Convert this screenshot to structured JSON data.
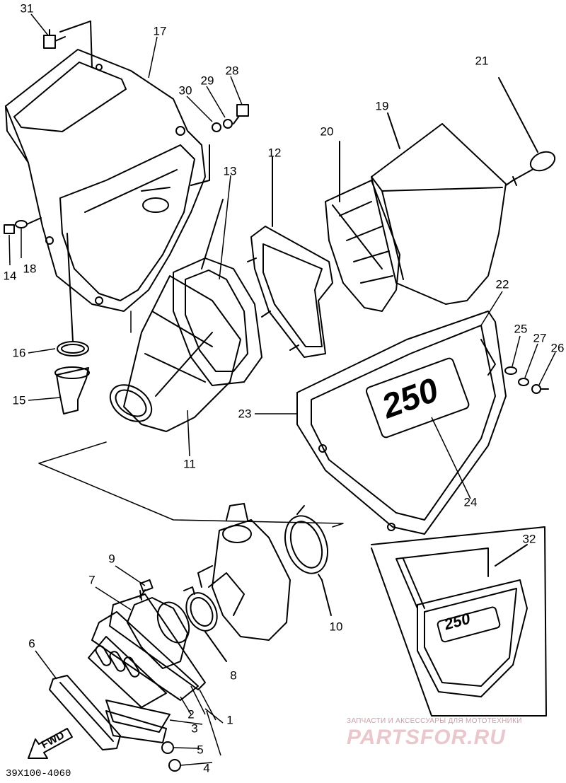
{
  "callouts": [
    {
      "id": "31",
      "text": "31"
    },
    {
      "id": "17",
      "text": "17"
    },
    {
      "id": "30",
      "text": "30"
    },
    {
      "id": "29",
      "text": "29"
    },
    {
      "id": "28",
      "text": "28"
    },
    {
      "id": "21",
      "text": "21"
    },
    {
      "id": "19",
      "text": "19"
    },
    {
      "id": "20",
      "text": "20"
    },
    {
      "id": "12",
      "text": "12"
    },
    {
      "id": "13",
      "text": "13"
    },
    {
      "id": "14",
      "text": "14"
    },
    {
      "id": "18",
      "text": "18"
    },
    {
      "id": "16",
      "text": "16"
    },
    {
      "id": "15",
      "text": "15"
    },
    {
      "id": "11",
      "text": "11"
    },
    {
      "id": "22",
      "text": "22"
    },
    {
      "id": "25",
      "text": "25"
    },
    {
      "id": "27",
      "text": "27"
    },
    {
      "id": "26",
      "text": "26"
    },
    {
      "id": "23",
      "text": "23"
    },
    {
      "id": "24",
      "text": "24"
    },
    {
      "id": "32",
      "text": "32"
    },
    {
      "id": "9",
      "text": "9"
    },
    {
      "id": "7",
      "text": "7"
    },
    {
      "id": "10",
      "text": "10"
    },
    {
      "id": "8",
      "text": "8"
    },
    {
      "id": "6",
      "text": "6"
    },
    {
      "id": "2",
      "text": "2"
    },
    {
      "id": "1",
      "text": "1"
    },
    {
      "id": "3",
      "text": "3"
    },
    {
      "id": "5",
      "text": "5"
    },
    {
      "id": "4",
      "text": "4"
    }
  ],
  "part_code": "39X100-4060",
  "fwd_label": "FWD",
  "cover_logo": "250",
  "watermark": {
    "tagline": "ЗАПЧАСТИ И АКСЕССУАРЫ ДЛЯ МОТОТЕХНИКИ",
    "brand": "PARTSFOR.RU"
  },
  "colors": {
    "line": "#000000",
    "background": "#ffffff",
    "watermark": "#e9c7cc"
  }
}
